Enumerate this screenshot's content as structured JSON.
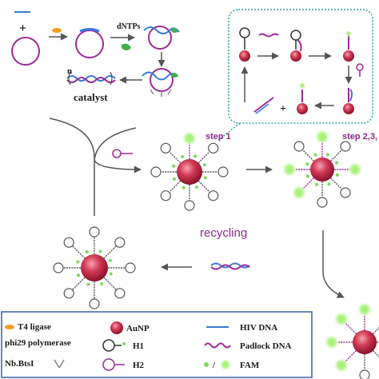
{
  "labels": {
    "dntps": "dNTPs",
    "catalyst": "catalyst",
    "n": "n",
    "plus": "+",
    "step1": "step 1",
    "step23": "step 2,3,",
    "recycling": "recycling"
  },
  "legend": {
    "t4_ligase": "T4 ligase",
    "phi29": "phi29 polymerase",
    "nbbtsi": "Nb.BtsI",
    "aunp": "AuNP",
    "h1": "H1",
    "h2": "H2",
    "hiv_dna": "HIV DNA",
    "padlock_dna": "Padlock DNA",
    "fam": "FAM",
    "fam_slash": "/"
  },
  "colors": {
    "aunp": "#c0233f",
    "padlock": "#9b2a9b",
    "hiv": "#3a7bd5",
    "fam": "#7ed957",
    "arrow": "#555555",
    "dotted_box": "#2aa8a0",
    "legend_border": "#3a5fa8"
  }
}
